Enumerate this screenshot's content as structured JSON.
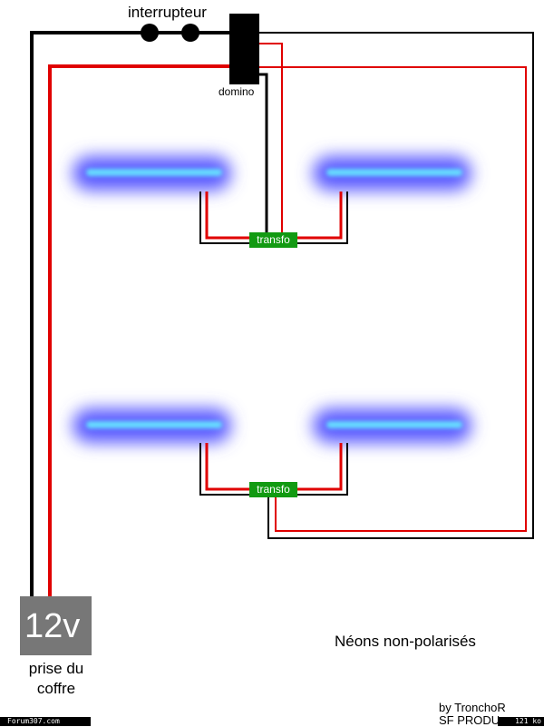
{
  "labels": {
    "switch": "interrupteur",
    "domino": "domino",
    "transfo_top": "transfo",
    "transfo_bottom": "transfo",
    "battery": "12v",
    "battery_caption": "prise du\ncoffre",
    "title": "Néons non-polarisés",
    "credit_line1": "by TronchoR",
    "credit_line2": "SF PRODU",
    "forum": "Forum307.com",
    "size": "121 ko"
  },
  "colors": {
    "wire_black": "#000000",
    "wire_red": "#e00000",
    "transfo": "#129a12",
    "battery": "#777777",
    "neon_glow": "#5a5aff",
    "neon_core": "#66ddff"
  }
}
